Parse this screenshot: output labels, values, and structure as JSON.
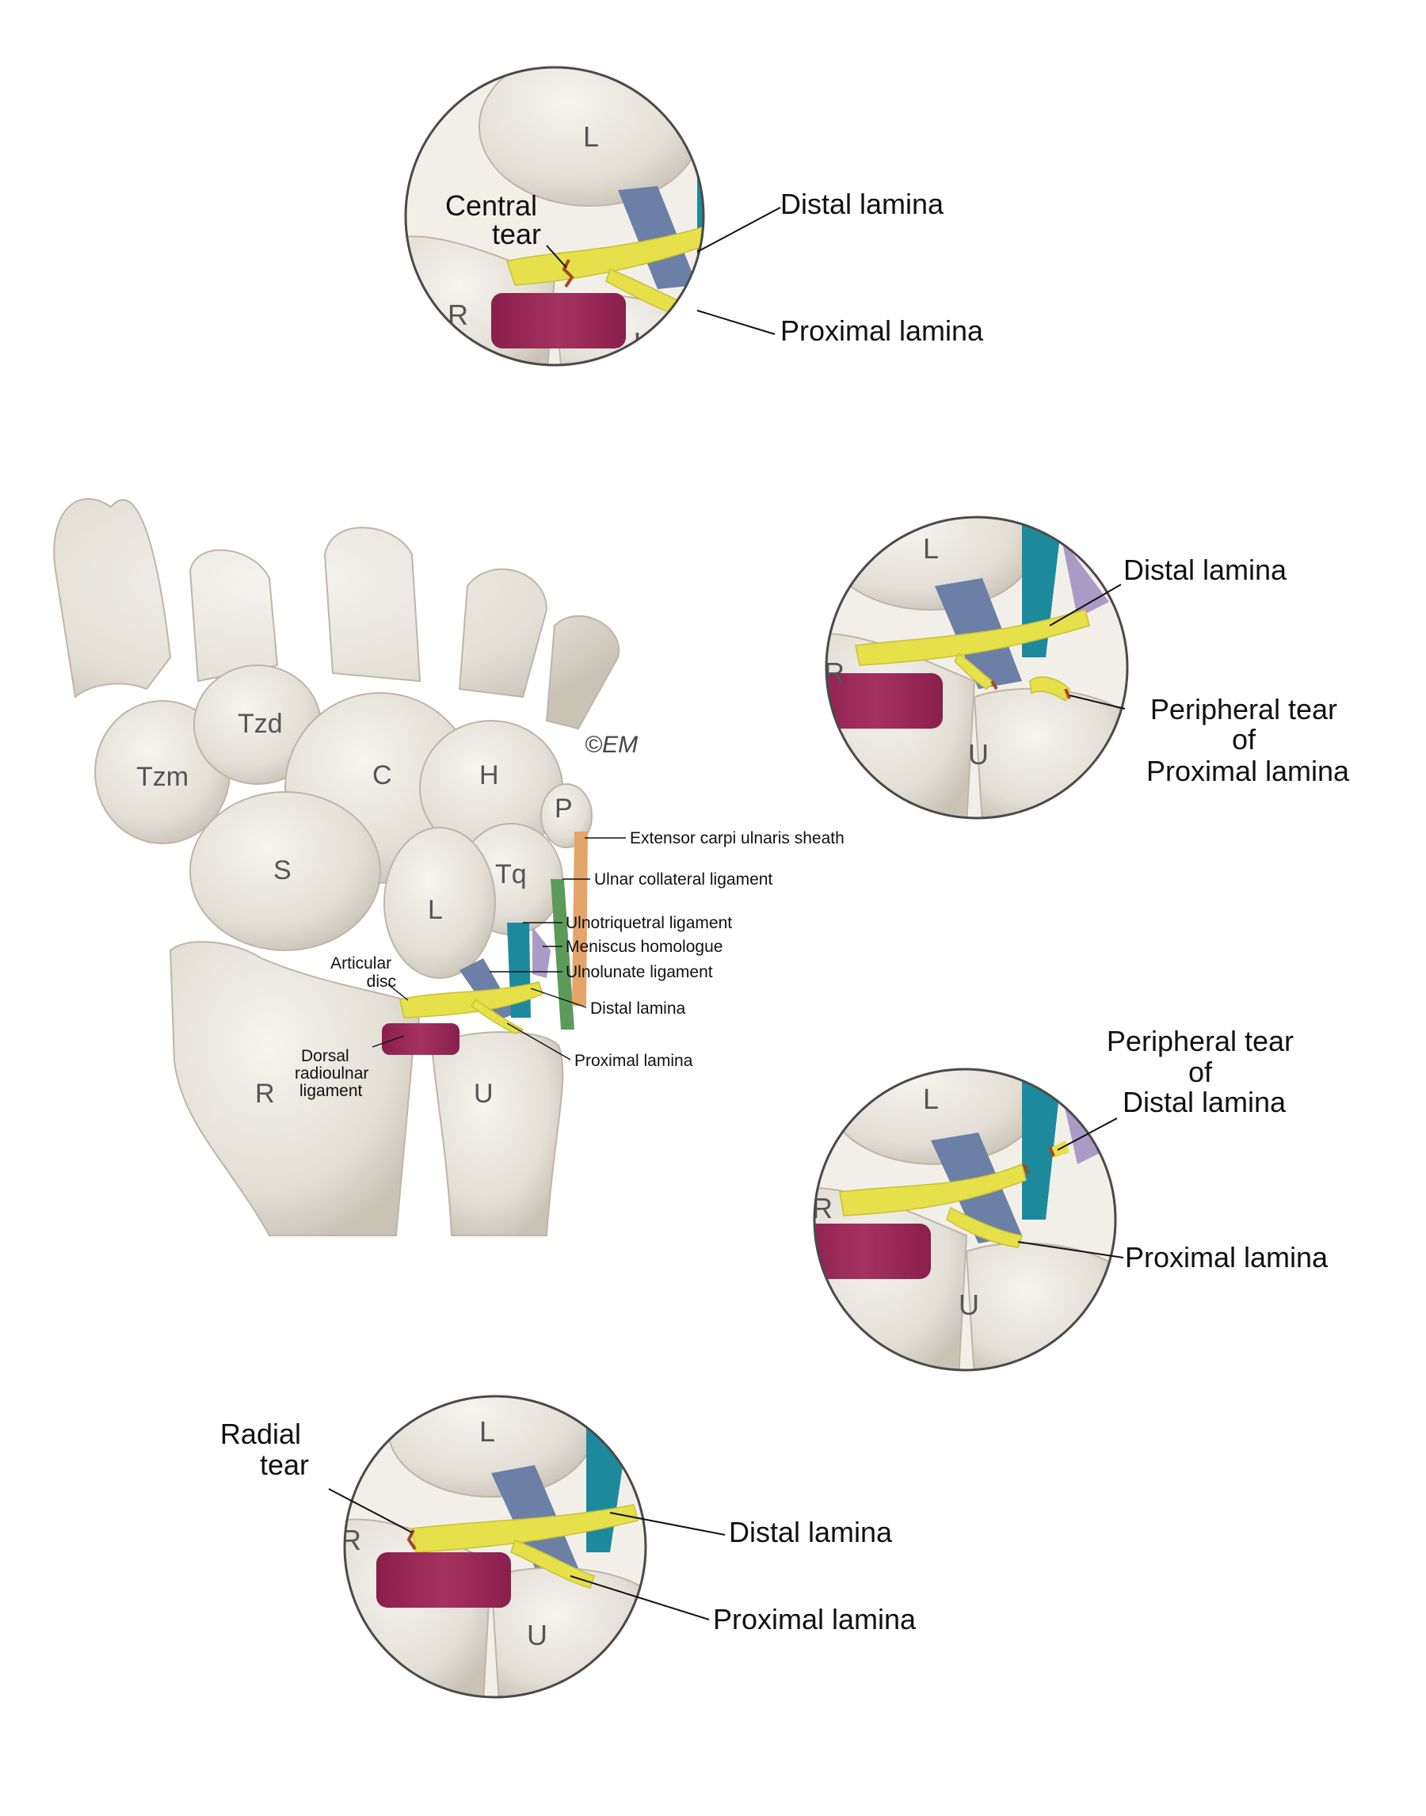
{
  "signature": "©EM",
  "main": {
    "bones": {
      "tzm": "Tzm",
      "tzd": "Tzd",
      "c": "C",
      "h": "H",
      "p": "P",
      "s": "S",
      "l": "L",
      "tq": "Tq",
      "r": "R",
      "u": "U"
    },
    "labels": {
      "ecu": "Extensor carpi ulnaris sheath",
      "ucl": "Ulnar collateral ligament",
      "utl": "Ulnotriquetral ligament",
      "mh": "Meniscus homologue",
      "ull": "Ulnolunate ligament",
      "distal": "Distal lamina",
      "proximal": "Proximal lamina",
      "articular": [
        "Articular",
        "disc"
      ],
      "druj": [
        "Dorsal",
        "radioulnar",
        "ligament"
      ]
    }
  },
  "insets": {
    "central": {
      "bones": {
        "l": "L",
        "r": "R",
        "u": "U"
      },
      "tear": [
        "Central",
        "tear"
      ],
      "distal": "Distal lamina",
      "proximal": "Proximal lamina"
    },
    "peripheral_proximal": {
      "bones": {
        "l": "L",
        "r": "R",
        "u": "U"
      },
      "distal": "Distal lamina",
      "tear": [
        "Peripheral tear",
        "of",
        "Proximal lamina"
      ]
    },
    "peripheral_distal": {
      "bones": {
        "l": "L",
        "r": "R",
        "u": "U"
      },
      "tear": [
        "Peripheral tear",
        "of",
        "Distal lamina"
      ],
      "proximal": "Proximal lamina"
    },
    "radial": {
      "bones": {
        "l": "L",
        "r": "R",
        "u": "U"
      },
      "tear": [
        "Radial",
        "tear"
      ],
      "distal": "Distal lamina",
      "proximal": "Proximal lamina"
    }
  },
  "colors": {
    "bone": "#e9e6df",
    "bone_shadow": "#cfcabf",
    "tfcc_yellow": "#e6e04a",
    "druj_ligament": "#9b2a57",
    "ulnolunate_blue": "#6c7fa6",
    "ulnotriquetral_teal": "#1c8a9c",
    "meniscus_purple": "#a99bc6",
    "ucl_green": "#5c9a5a",
    "ecu_orange": "#e3a56a",
    "tear_edge": "#a34a1e"
  }
}
